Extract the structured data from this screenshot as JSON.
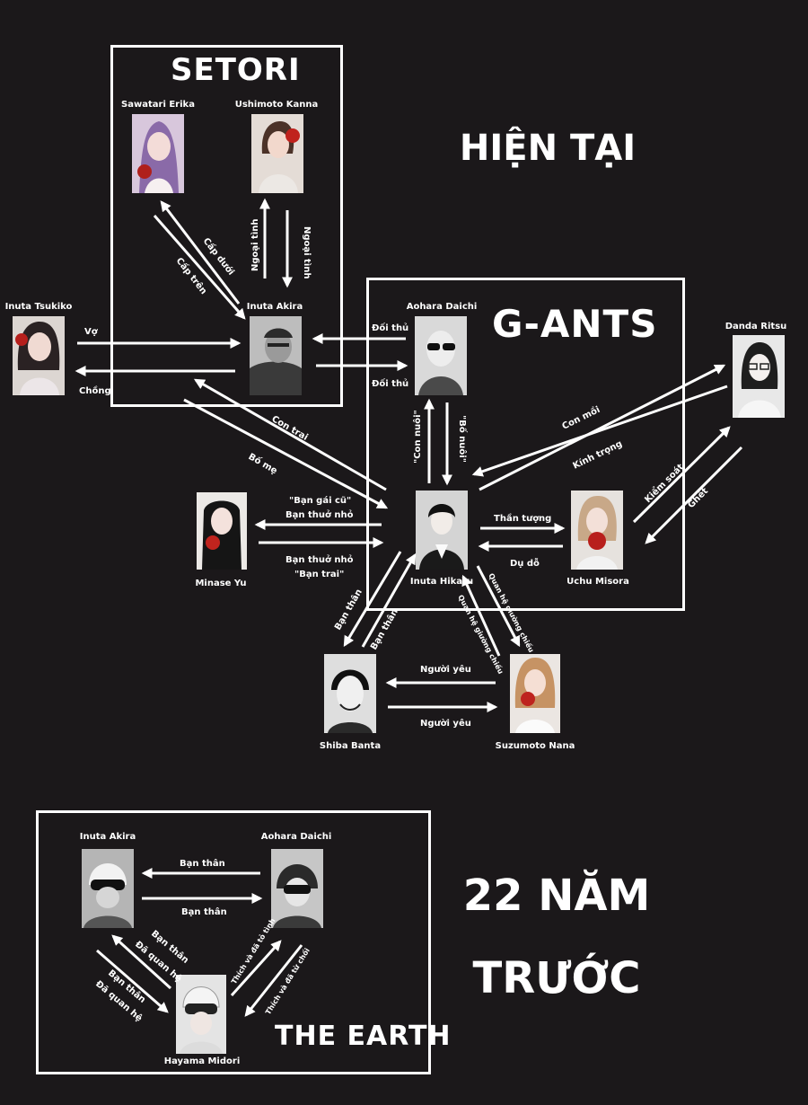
{
  "headings": {
    "setori": "SETORI",
    "gants": "G-ANTS",
    "theearth": "THE EARTH",
    "present": "HIỆN TẠI",
    "past_line1": "22 NĂM",
    "past_line2": "TRƯỚC"
  },
  "names": {
    "erika": "Sawatari Erika",
    "kanna": "Ushimoto Kanna",
    "tsukiko": "Inuta Tsukiko",
    "akira": "Inuta Akira",
    "daichi": "Aohara Daichi",
    "ritsu": "Danda Ritsu",
    "yu": "Minase Yu",
    "hikaru": "Inuta Hikaru",
    "misora": "Uchu Misora",
    "banta": "Shiba Banta",
    "nana": "Suzumoto Nana",
    "akira_past": "Inuta Akira",
    "daichi_past": "Aohara Daichi",
    "midori": "Hayama Midori"
  },
  "relations": {
    "cap_duoi": "Cấp dưới",
    "cap_tren": "Cấp trên",
    "ngoai_tinh_1": "Ngoại tình",
    "ngoai_tinh_2": "Ngoại tình",
    "vo": "Vợ",
    "chong": "Chồng",
    "doi_thu_1": "Đối thủ",
    "doi_thu_2": "Đối thủ",
    "con_trai": "Con trai",
    "bo_me": "Bố mẹ",
    "con_nuoi": "\"Con nuôi\"",
    "bo_nuoi": "\"Bố nuôi\"",
    "con_moi": "Con mồi",
    "kinh_trong": "Kính trọng",
    "ban_gai_cu": "\"Bạn gái cũ\"",
    "ban_thuo_nho_1": "Bạn thuở nhỏ",
    "ban_thuo_nho_2": "Bạn thuở nhỏ",
    "ban_trai": "\"Bạn trai\"",
    "than_tuong": "Thần tượng",
    "du_do": "Dụ dỗ",
    "kiem_soat": "Kiểm soát",
    "ghet": "Ghét",
    "ban_than_1": "Bạn thân",
    "ban_than_2": "Bạn thân",
    "quan_he_giuong_chieu_1": "Quan hệ giường chiếu",
    "quan_he_giuong_chieu_2": "Quan hệ giường chiếu",
    "nguoi_yeu_1": "Người yêu",
    "nguoi_yeu_2": "Người yêu",
    "past_ban_than_1": "Bạn thân",
    "past_ban_than_2": "Bạn thân",
    "past_ban_than_3": "Bạn thân",
    "past_da_quan_he_1": "Đã quan hệ",
    "past_ban_than_4": "Bạn thân",
    "past_da_quan_he_2": "Đã quan hệ",
    "thich_to_tinh": "Thích và đã tỏ tình",
    "thich_tu_choi": "Thích và đã từ chối"
  }
}
